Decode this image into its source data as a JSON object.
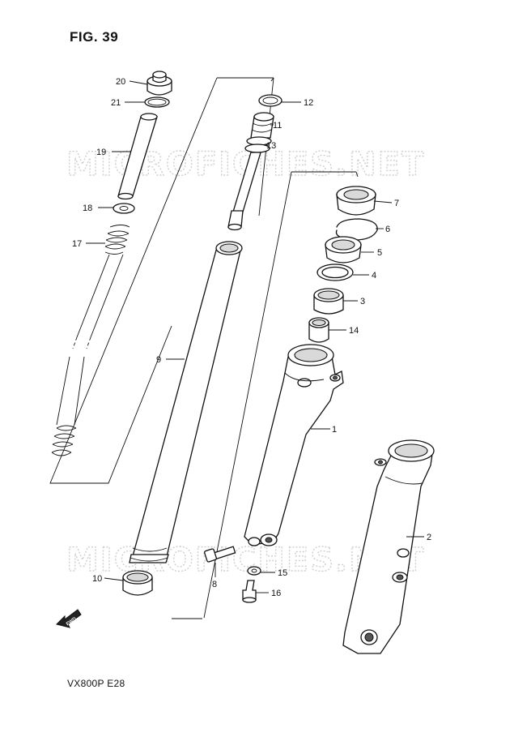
{
  "figure_title": "FIG. 39",
  "model_code": "VX800P  E28",
  "watermark": "MICROFICHES.NET",
  "direction_marker": "FWD",
  "callouts": [
    "1",
    "2",
    "3",
    "4",
    "5",
    "6",
    "7",
    "8",
    "9",
    "10",
    "11",
    "12",
    "13",
    "14",
    "15",
    "16",
    "17",
    "18",
    "19",
    "20",
    "21"
  ]
}
